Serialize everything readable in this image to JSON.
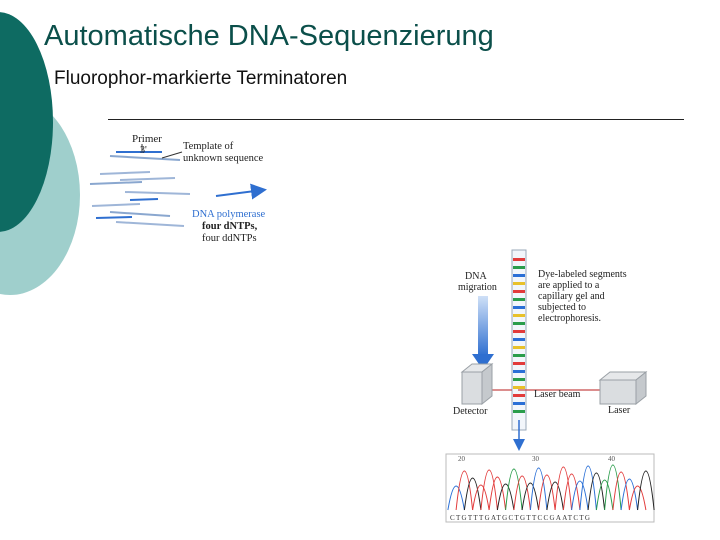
{
  "slide": {
    "title": "Automatische DNA-Sequenzierung",
    "subtitle": "Fluorophor-markierte Terminatoren"
  },
  "figure": {
    "primer_label": "Primer",
    "three_prime": "3'",
    "template_line1": "Template of",
    "template_line2": "unknown sequence",
    "polymerase_line1": "DNA polymerase",
    "polymerase_line2": "four dNTPs,",
    "polymerase_line3": "four ddNTPs",
    "migration_line1": "DNA",
    "migration_line2": "migration",
    "dye_line1": "Dye-labeled segments",
    "dye_line2": "are applied to a",
    "dye_line3": "capillary gel and",
    "dye_line4": "subjected to",
    "dye_line5": "electrophoresis.",
    "laser_beam": "Laser beam",
    "detector": "Detector",
    "laser": "Laser",
    "chromatogram_ticks": [
      "20",
      "30",
      "40"
    ],
    "sequence_read": "CTGTTTGATGCTGTTCCGAATCTG",
    "band_colors": [
      "#e23b3b",
      "#2a9d4b",
      "#2a6fd6",
      "#e8c12a",
      "#e23b3b",
      "#2a9d4b",
      "#2a6fd6",
      "#e8c12a",
      "#2a9d4b",
      "#e23b3b",
      "#2a6fd6",
      "#e8c12a",
      "#2a9d4b",
      "#e23b3b",
      "#2a6fd6",
      "#2a9d4b",
      "#e8c12a",
      "#e23b3b",
      "#2a6fd6",
      "#2a9d4b"
    ],
    "accent_color": "#2f6fd0",
    "theme_dark": "#0e6b62",
    "theme_light": "#9fcfcc"
  }
}
